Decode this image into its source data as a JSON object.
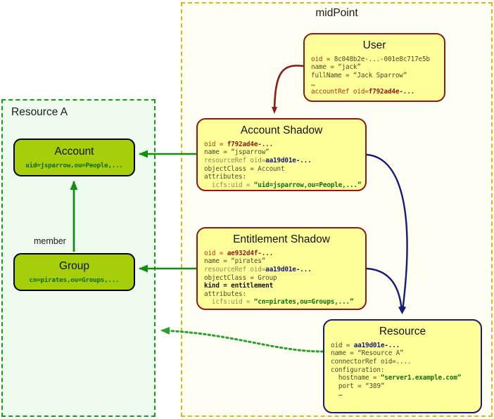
{
  "diagram": {
    "title_visible": false,
    "containers": {
      "resource_a": {
        "label": "Resource A",
        "border_color": "#11a011",
        "fill_color": "#eefbee"
      },
      "midpoint": {
        "label": "midPoint",
        "border_color": "#d9bb0a",
        "fill_color": "#fffef2"
      }
    },
    "edge_labels": {
      "member": "member"
    }
  },
  "nodes": {
    "account": {
      "title": "Account",
      "subtitle": "uid=jsparrow,ou=People,...",
      "fill_color": "#a6ce0b",
      "border_color": "#000000"
    },
    "group": {
      "title": "Group",
      "subtitle": "cn=pirates,ou=Groups,...",
      "fill_color": "#a6ce0b",
      "border_color": "#000000"
    },
    "user": {
      "title": "User",
      "border_color": "#8b1a1a",
      "fill_color": "#ffff99",
      "lines": [
        {
          "key": "oid = ",
          "key_color": "k-red",
          "value": "8c048b2e-...-001e8c717e5b",
          "value_class": "v-plain"
        },
        {
          "key": "name = ",
          "key_color": "k-dark",
          "value": "“jack”",
          "value_class": "v-plain"
        },
        {
          "key": "fullName = ",
          "key_color": "k-dark",
          "value": "“Jack Sparrow”",
          "value_class": "v-plain"
        },
        {
          "key": "…",
          "key_color": "k-dark",
          "value": "",
          "value_class": "v-plain"
        },
        {
          "key": "accountRef oid=",
          "key_color": "k-red",
          "value": "f792ad4e-...",
          "value_class": "v-red"
        }
      ]
    },
    "account_shadow": {
      "title": "Account Shadow",
      "border_color": "#8b1a1a",
      "fill_color": "#ffff99",
      "lines": [
        {
          "key": "oid = ",
          "key_color": "k-red",
          "value": "f792ad4e-...",
          "value_class": "v-red"
        },
        {
          "key": "name = ",
          "key_color": "k-dark",
          "value": "“jsparrow”",
          "value_class": "v-plain"
        },
        {
          "key": "resourceRef oid=",
          "key_color": "k-olive",
          "value": "aa19d01e-...",
          "value_class": "v-navy"
        },
        {
          "key": "objectClass = ",
          "key_color": "k-dark",
          "value": "Account",
          "value_class": "v-plain"
        },
        {
          "key": "attributes:",
          "key_color": "k-dark",
          "value": "",
          "value_class": "v-plain"
        },
        {
          "key": "  icfs:uid = ",
          "key_color": "k-olive",
          "value": "“uid=jsparrow,ou=People,...”",
          "value_class": "v-green"
        }
      ]
    },
    "entitlement_shadow": {
      "title": "Entitlement Shadow",
      "border_color": "#8b1a1a",
      "fill_color": "#ffff99",
      "lines": [
        {
          "key": "oid = ",
          "key_color": "k-red",
          "value": "ae932d4f-...",
          "value_class": "v-red"
        },
        {
          "key": "name = ",
          "key_color": "k-dark",
          "value": "“pirates”",
          "value_class": "v-plain"
        },
        {
          "key": "resourceRef oid=",
          "key_color": "k-olive",
          "value": "aa19d01e-...",
          "value_class": "v-navy"
        },
        {
          "key": "objectClass = ",
          "key_color": "k-dark",
          "value": "Group",
          "value_class": "v-plain"
        },
        {
          "key": "kind = entitlement",
          "key_color": "b-black",
          "value": "",
          "value_class": "v-plain"
        },
        {
          "key": "attributes:",
          "key_color": "k-dark",
          "value": "",
          "value_class": "v-plain"
        },
        {
          "key": "  icfs:uid = ",
          "key_color": "k-olive",
          "value": "“cn=pirates,ou=Groups,...”",
          "value_class": "v-green"
        }
      ]
    },
    "resource": {
      "title": "Resource",
      "border_color": "#151b77",
      "fill_color": "#ffff99",
      "lines": [
        {
          "key": "oid = ",
          "key_color": "k-dark",
          "value": "aa19d01e-...",
          "value_class": "v-navy"
        },
        {
          "key": "name = ",
          "key_color": "k-dark",
          "value": "“Resource A”",
          "value_class": "v-plain"
        },
        {
          "key": "connectorRef oid=",
          "key_color": "k-dark",
          "value": "....",
          "value_class": "v-plain"
        },
        {
          "key": "configuration:",
          "key_color": "k-dark",
          "value": "",
          "value_class": "v-plain"
        },
        {
          "key": "  hostname = ",
          "key_color": "k-dark",
          "value": "“server1.example.com”",
          "value_class": "v-green"
        },
        {
          "key": "  port = ",
          "key_color": "k-dark",
          "value": "“389”",
          "value_class": "v-plain"
        },
        {
          "key": "  …",
          "key_color": "k-dark",
          "value": "",
          "value_class": "v-plain"
        }
      ]
    }
  },
  "connections": {
    "user_to_account_shadow": {
      "color": "#8b1a1a",
      "style": "solid-curve"
    },
    "account_shadow_to_resource": {
      "color": "#151b77",
      "style": "solid-curve"
    },
    "entitlement_shadow_to_resource": {
      "color": "#151b77",
      "style": "solid-curve"
    },
    "account_shadow_to_account": {
      "color": "#0f8f0f",
      "style": "solid"
    },
    "entitlement_shadow_to_group": {
      "color": "#0f8f0f",
      "style": "solid"
    },
    "account_to_group_member": {
      "color": "#0f8f0f",
      "style": "solid"
    },
    "resource_to_resource_a": {
      "color": "#2aa02a",
      "style": "dotted-curve"
    }
  }
}
